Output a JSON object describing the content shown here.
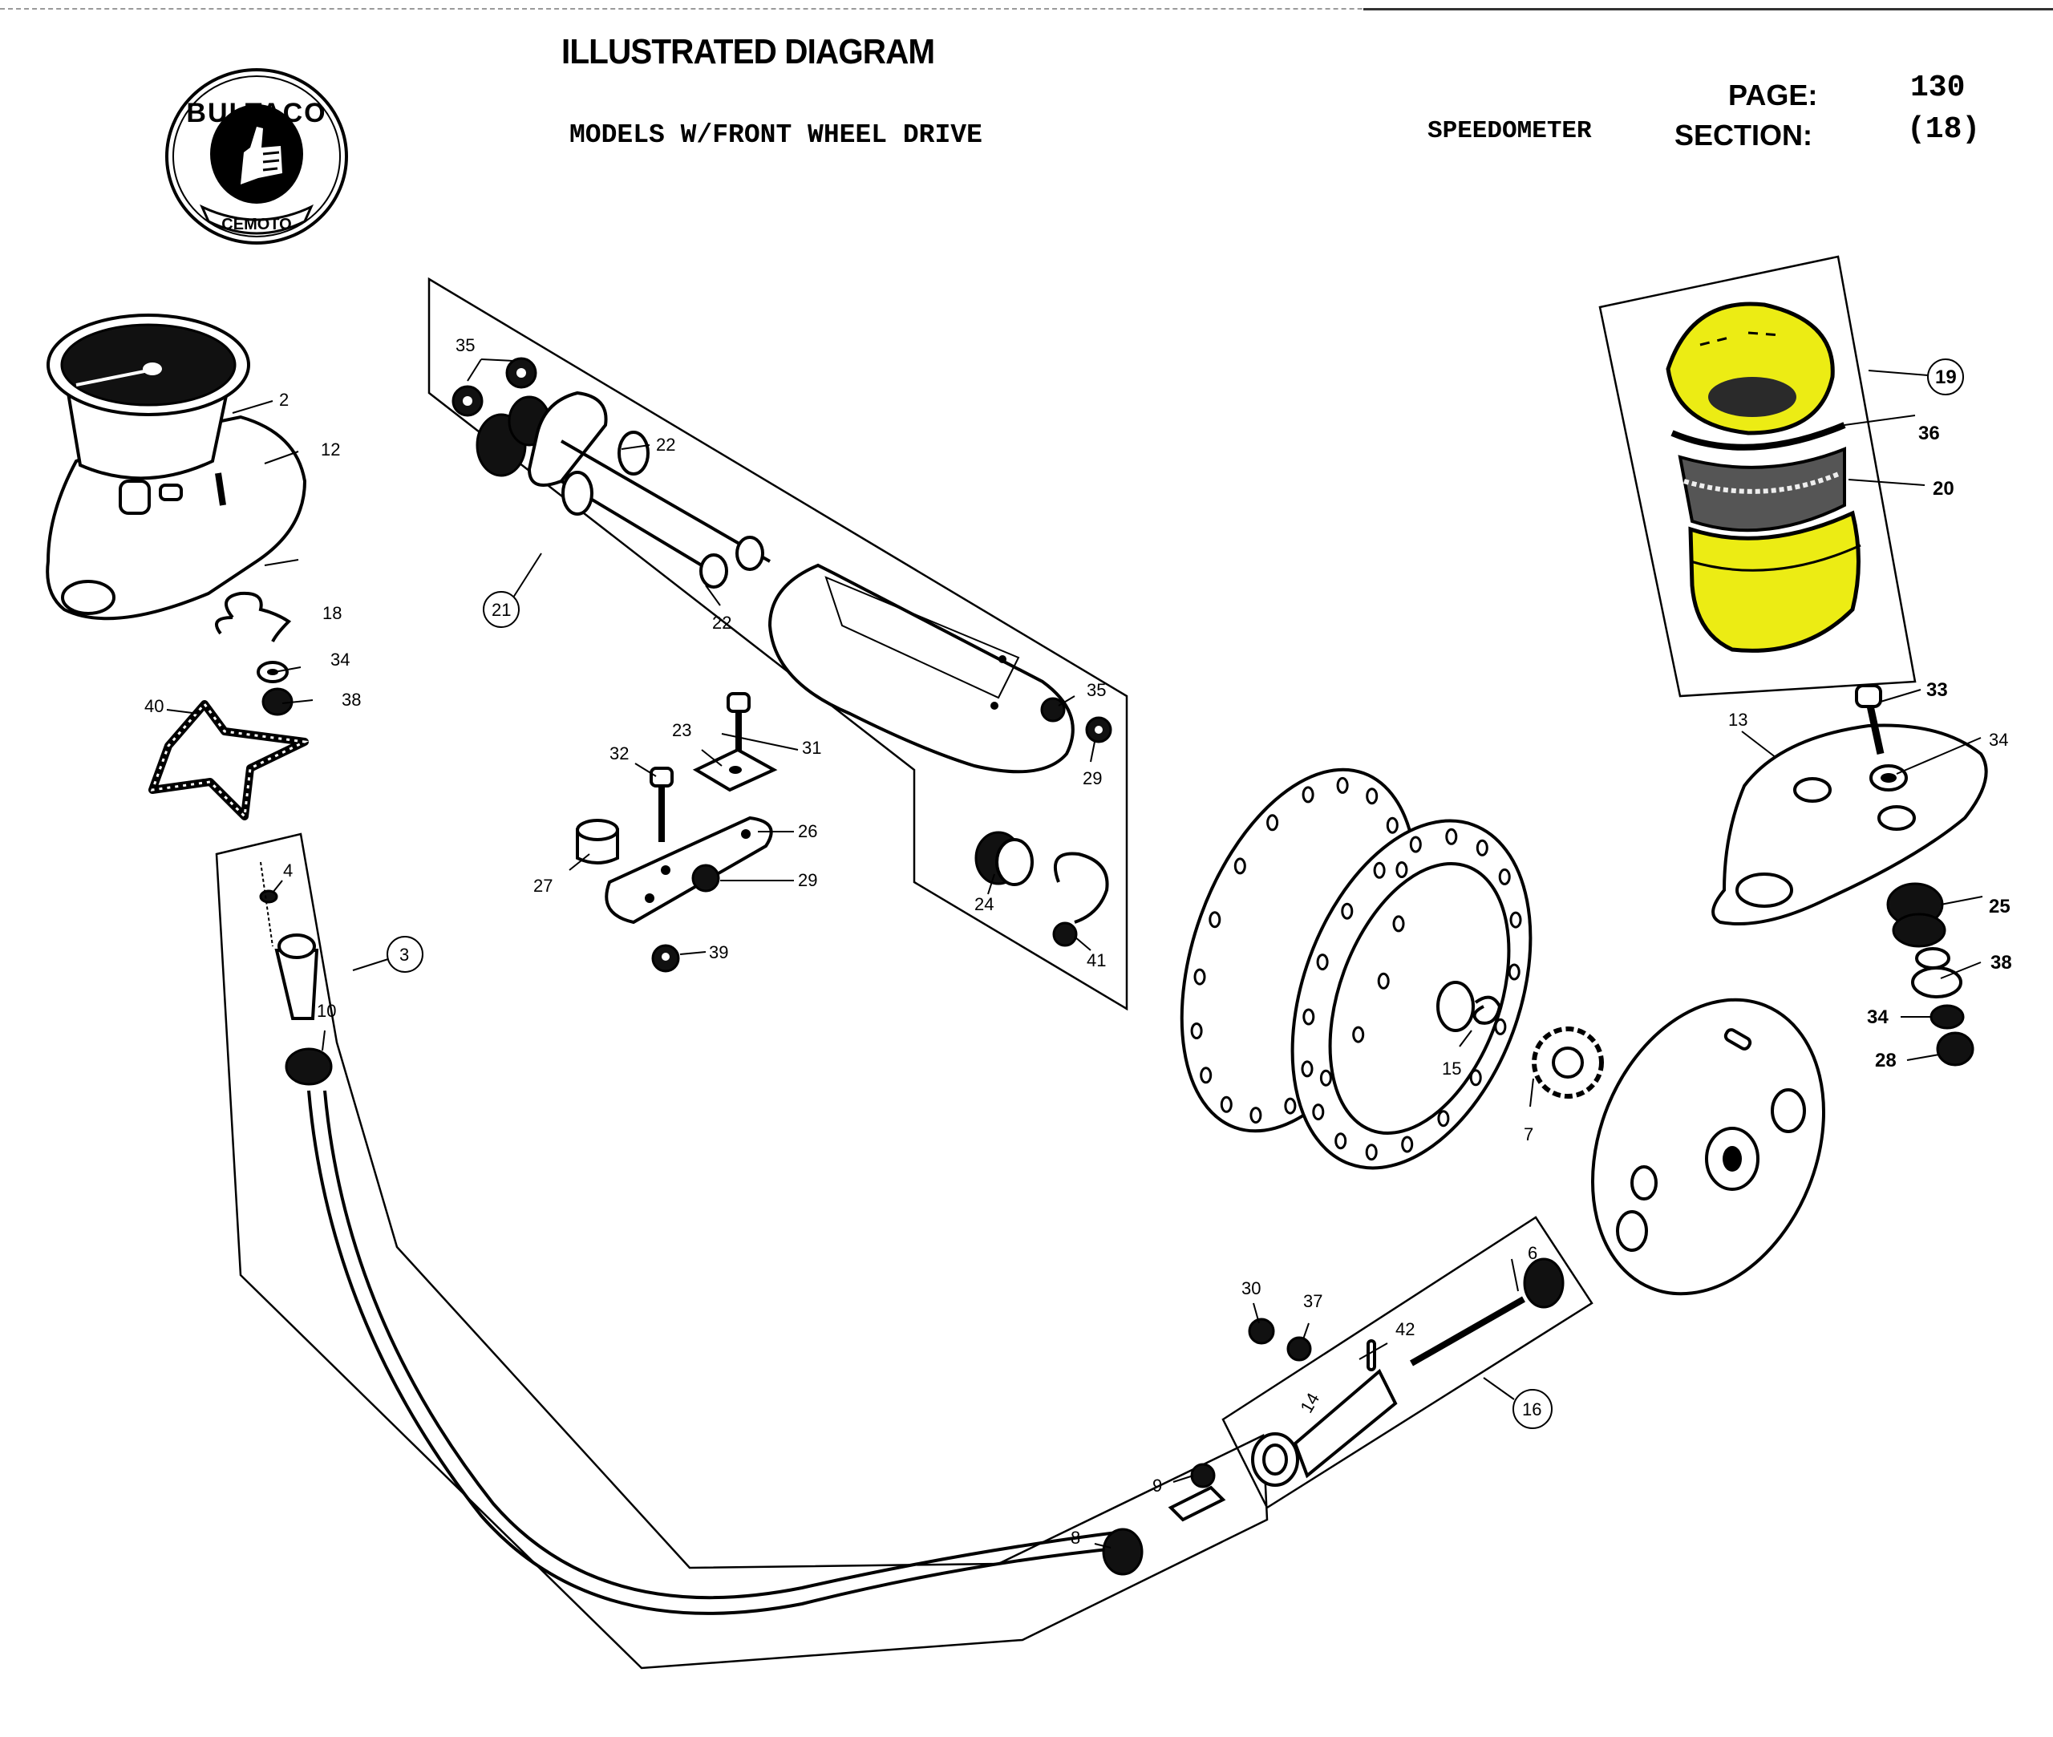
{
  "header": {
    "title": "ILLUSTRATED DIAGRAM",
    "models": "MODELS W/FRONT WHEEL DRIVE",
    "section_name": "SPEEDOMETER",
    "page_label": "PAGE:",
    "page_value": "130",
    "section_label": "SECTION:",
    "section_value": "(18)"
  },
  "logo": {
    "brand": "BULTACO",
    "sub": "CEMOTO",
    "icon": "thumbs-up-icon"
  },
  "highlight_color": "#ecec14",
  "assemblies": [
    {
      "ref": "3",
      "description": "speedometer cable assembly"
    },
    {
      "ref": "16",
      "description": "drive shaft assembly"
    },
    {
      "ref": "19",
      "description": "bearing/seal assembly (highlighted)"
    },
    {
      "ref": "21",
      "description": "gear box assembly"
    }
  ],
  "callouts": {
    "p2": "2",
    "p12": "12",
    "p18": "18",
    "p34a": "34",
    "p38a": "38",
    "p40": "40",
    "p35a": "35",
    "p22a": "22",
    "p22b": "22",
    "p21": "21",
    "p35b": "35",
    "p29a": "29",
    "p23": "23",
    "p31": "31",
    "p32": "32",
    "p26": "26",
    "p27": "27",
    "p29b": "29",
    "p39": "39",
    "p24": "24",
    "p41": "41",
    "p4": "4",
    "p3": "3",
    "p10": "10",
    "p19": "19",
    "p36": "36",
    "p20": "20",
    "p33": "33",
    "p13": "13",
    "p34b": "34",
    "p25": "25",
    "p38b": "38",
    "p34c": "34",
    "p28": "28",
    "p15": "15",
    "p7": "7",
    "p30": "30",
    "p37": "37",
    "p42": "42",
    "p6": "6",
    "p14": "14",
    "p16": "16",
    "p9": "9",
    "p8": "8"
  }
}
